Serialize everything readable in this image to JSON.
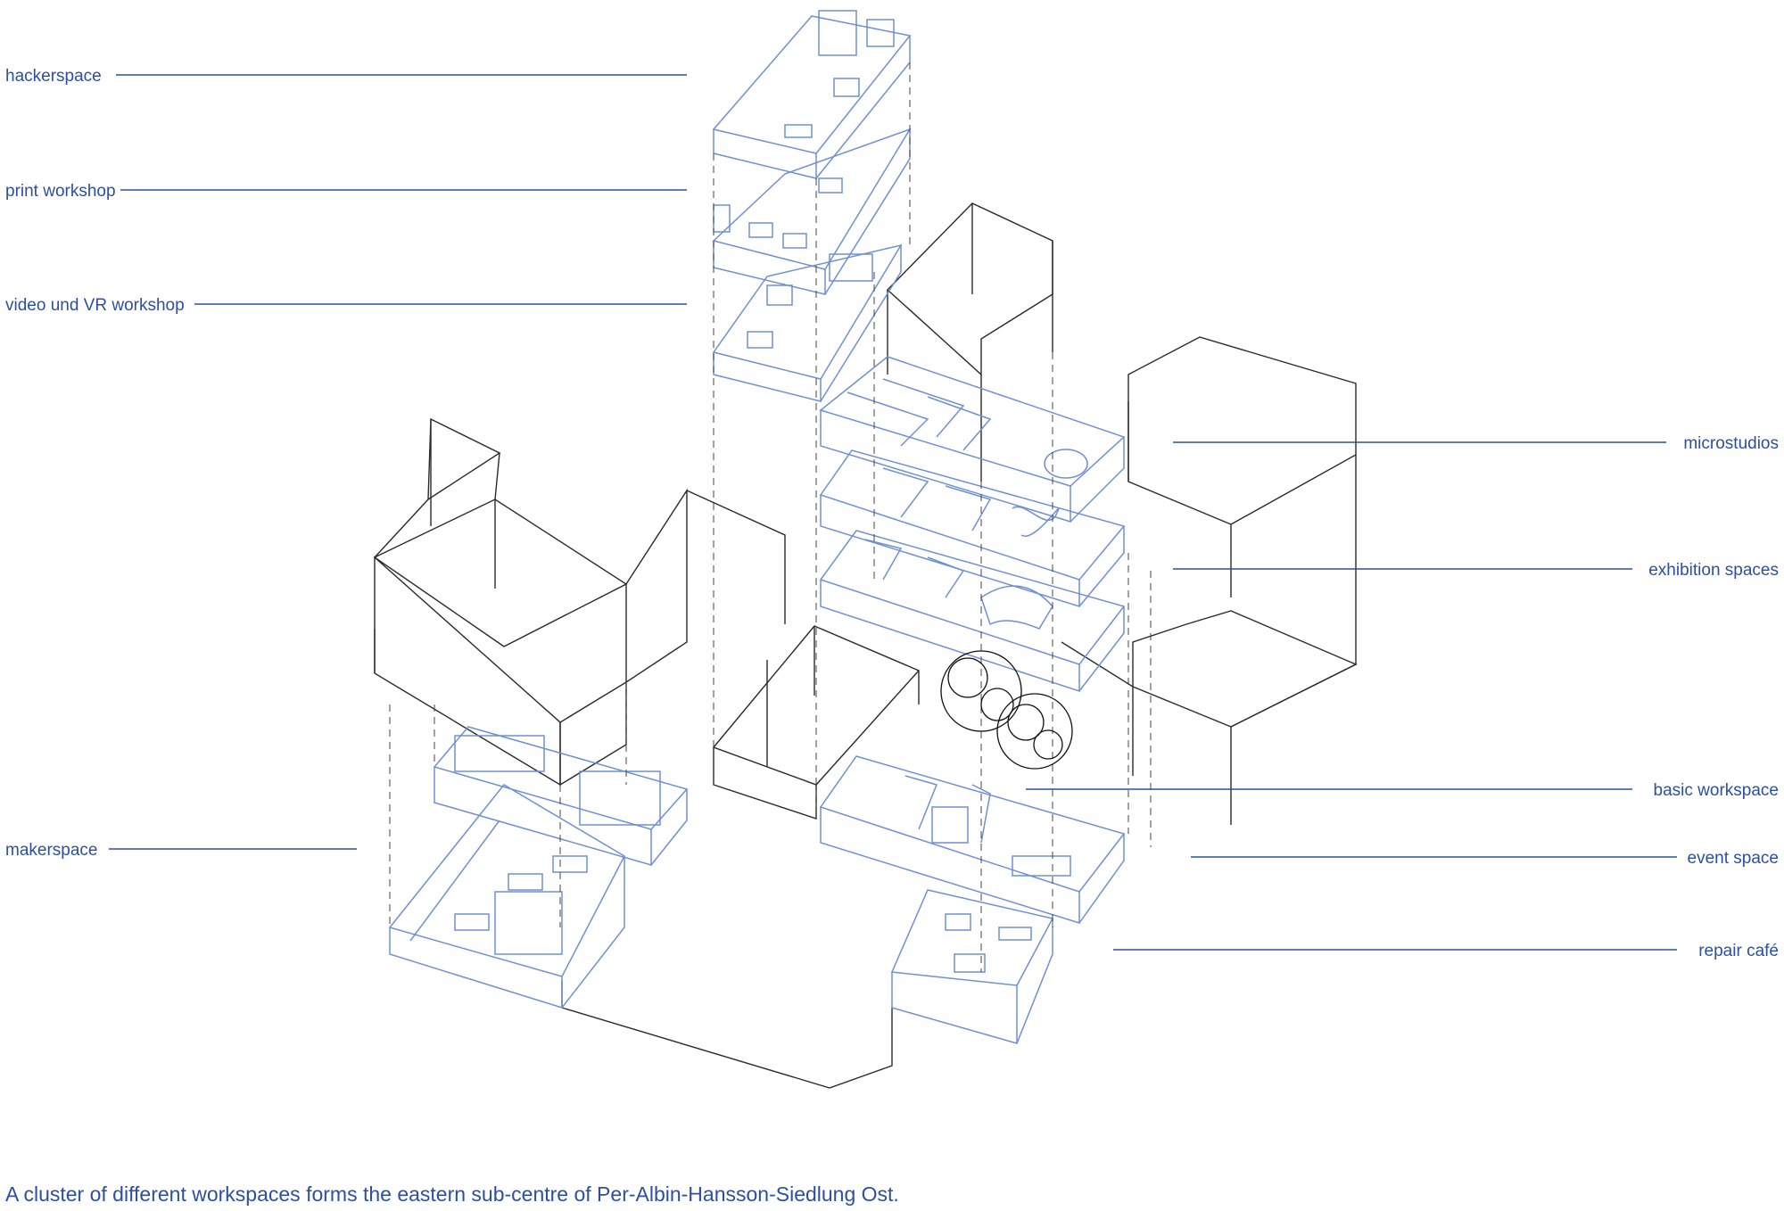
{
  "colors": {
    "accent": "#2b4fa6",
    "plan_line": "#6f8fd6",
    "mass_line": "#2a2a2a",
    "background": "#ffffff"
  },
  "labels": {
    "hackerspace": "hackerspace",
    "print_workshop": "print workshop",
    "video_vr_workshop": "video und VR workshop",
    "microstudios": "microstudios",
    "exhibition_spaces": "exhibition spaces",
    "basic_workspace": "basic workspace",
    "event_space": "event space",
    "makerspace": "makerspace",
    "repair_cafe": "repair café"
  },
  "caption": "A cluster of different workspaces forms the eastern sub-centre of Per-Albin-Hansson-Siedlung Ost."
}
